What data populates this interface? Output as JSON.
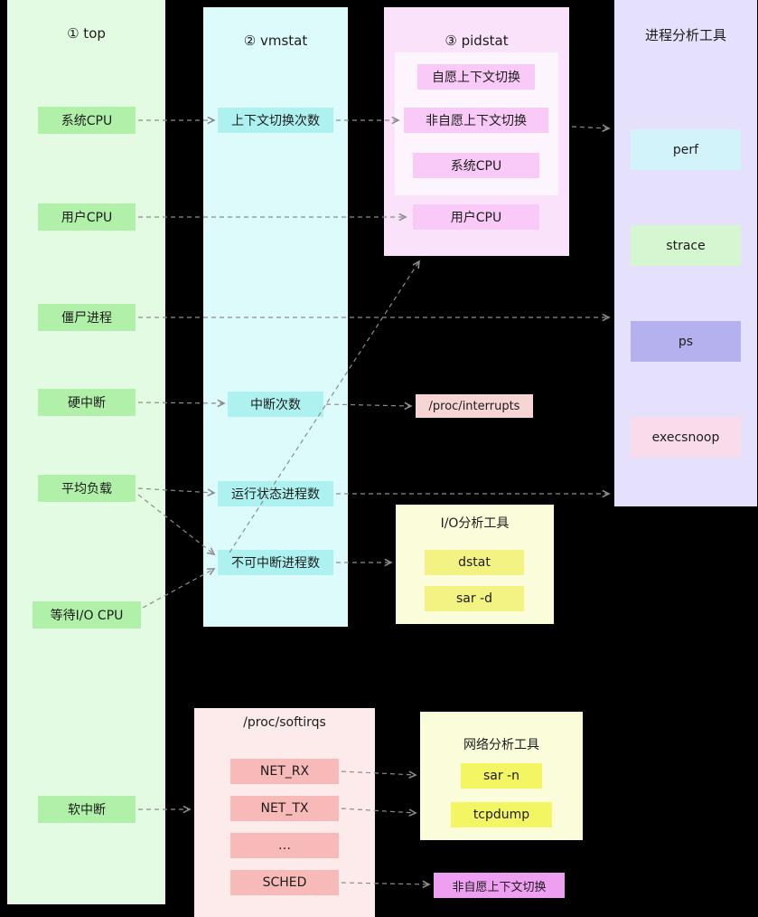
{
  "panels": {
    "top": {
      "title": "① top",
      "items": [
        {
          "label": "系统CPU"
        },
        {
          "label": "用户CPU"
        },
        {
          "label": "僵尸进程"
        },
        {
          "label": "硬中断"
        },
        {
          "label": "平均负载"
        },
        {
          "label": "等待I/O CPU"
        },
        {
          "label": "软中断"
        }
      ]
    },
    "vmstat": {
      "title": "② vmstat",
      "items": [
        {
          "label": "上下文切换次数"
        },
        {
          "label": "中断次数"
        },
        {
          "label": "运行状态进程数"
        },
        {
          "label": "不可中断进程数"
        }
      ]
    },
    "pidstat": {
      "title": "③ pidstat",
      "grouped_items": [
        {
          "label": "自愿上下文切换"
        },
        {
          "label": "非自愿上下文切换"
        },
        {
          "label": "系统CPU"
        }
      ],
      "items": [
        {
          "label": "用户CPU"
        }
      ]
    },
    "process_tools": {
      "title": "进程分析工具",
      "items": [
        {
          "label": "perf"
        },
        {
          "label": "strace"
        },
        {
          "label": "ps"
        },
        {
          "label": "execsnoop"
        }
      ]
    },
    "proc_interrupts": {
      "label": "/proc/interrupts"
    },
    "io_tools": {
      "title": "I/O分析工具",
      "items": [
        {
          "label": "dstat"
        },
        {
          "label": "sar -d"
        }
      ]
    },
    "proc_softirqs": {
      "title": "/proc/softirqs",
      "items": [
        {
          "label": "NET_RX"
        },
        {
          "label": "NET_TX"
        },
        {
          "label": "…"
        },
        {
          "label": "SCHED"
        }
      ]
    },
    "network_tools": {
      "title": "网络分析工具",
      "items": [
        {
          "label": "sar -n"
        },
        {
          "label": "tcpdump"
        }
      ]
    },
    "involuntary_context_switch": {
      "label": "非自愿上下文切换"
    }
  },
  "colors": {
    "background": "#000000",
    "top_panel": "#e2fbe2",
    "top_item": "#b1f0a9",
    "vmstat_panel": "#ddfbfb",
    "vmstat_item": "#adf2f0",
    "pidstat_panel": "#fbe2fb",
    "pidstat_group": "#fdf5fd",
    "pidstat_item": "#f9c9f7",
    "process_tools_panel": "#e5e1fc",
    "perf_item": "#d2f3fa",
    "strace_item": "#d4f6d0",
    "ps_item": "#b5b1ef",
    "execsnoop_item": "#f9dcec",
    "interrupts_box": "#f8d5d5",
    "yellow_panel": "#fbfcda",
    "io_item": "#f2f383",
    "net_item": "#f4f562",
    "softirqs_panel": "#fdeaea",
    "softirqs_item": "#f8b9b9",
    "involuntary_box": "#ee9ff2",
    "arrow": "#8c8c8c",
    "text": "#1c1c1c"
  }
}
